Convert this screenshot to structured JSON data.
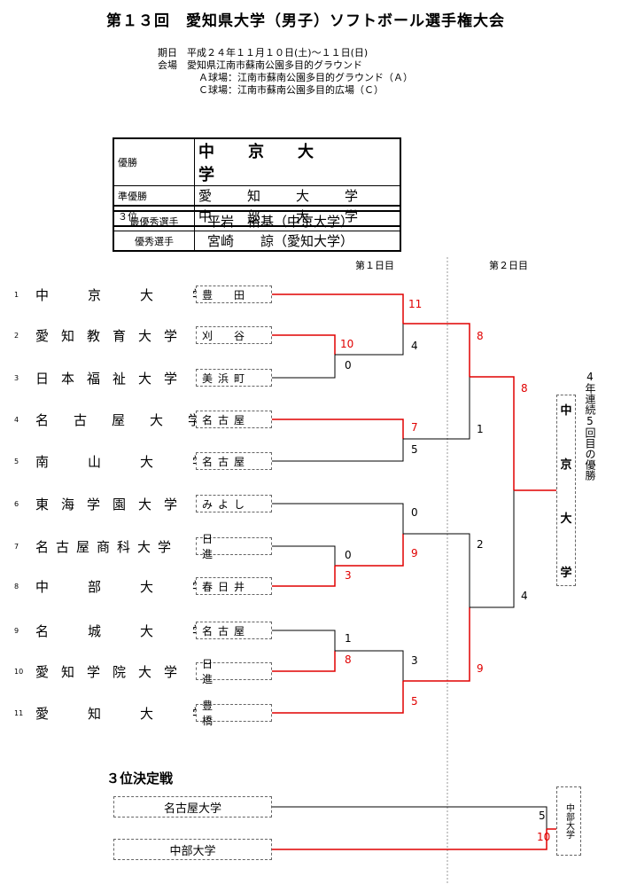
{
  "title": "第１３回　愛知県大学（男子）ソフトボール選手権大会",
  "info": {
    "date_label": "期日",
    "date": "平成２４年１１月１０日(土)～１１日(日)",
    "venue_label": "会場",
    "venue": "愛知県江南市蘇南公園多目的グラウンド",
    "field_a": "Ａ球場：江南市蘇南公園多目的グラウンド（Ａ）",
    "field_c": "Ｃ球場：江南市蘇南公園多目的広場（Ｃ）"
  },
  "results": [
    {
      "label": "優勝",
      "value": "中京大学"
    },
    {
      "label": "準優勝",
      "value": "愛知大学"
    },
    {
      "label": "３位",
      "value": "中部大学"
    }
  ],
  "awards": [
    {
      "label": "最優秀選手",
      "value": "平岩　裕基（中京大学）"
    },
    {
      "label": "優秀選手",
      "value": "宮崎　　諒（愛知大学）"
    }
  ],
  "days": {
    "day1": "第１日目",
    "day2": "第２日目"
  },
  "teams": [
    {
      "num": "1",
      "name": "中京大学",
      "city": "豊田"
    },
    {
      "num": "2",
      "name": "愛知教育大学",
      "city": "刈谷"
    },
    {
      "num": "3",
      "name": "日本福祉大学",
      "city": "美浜町"
    },
    {
      "num": "4",
      "name": "名古屋大学",
      "city": "名古屋"
    },
    {
      "num": "5",
      "name": "南山大学",
      "city": "名古屋"
    },
    {
      "num": "6",
      "name": "東海学園大学",
      "city": "みよし"
    },
    {
      "num": "7",
      "name": "名古屋商科大学",
      "city": "日進"
    },
    {
      "num": "8",
      "name": "中部大学",
      "city": "春日井"
    },
    {
      "num": "9",
      "name": "名城大学",
      "city": "名古屋"
    },
    {
      "num": "10",
      "name": "愛知学院大学",
      "city": "日進"
    },
    {
      "num": "11",
      "name": "愛知大学",
      "city": "豊橋"
    }
  ],
  "scores": {
    "r1_2v3_w": "10",
    "r1_2v3_l": "0",
    "r1_7v8_l": "0",
    "r1_7v8_w": "3",
    "r1_9v10_l": "1",
    "r1_9v10_w": "8",
    "qf_1_w": "11",
    "qf_1_l": "4",
    "qf_4v5_w": "7",
    "qf_4v5_l": "5",
    "qf_6_l": "0",
    "qf_6_w": "9",
    "qf_11_l": "3",
    "qf_11_w": "5",
    "sf_top_w": "8",
    "sf_top_l": "1",
    "sf_bot_l": "2",
    "sf_bot_w": "9",
    "final_w": "8",
    "final_l": "4"
  },
  "champion": "中京大学",
  "champion_note": "4年連続5回目の優勝",
  "third_place": {
    "title": "３位決定戦",
    "team1": "名古屋大学",
    "team2": "中部大学",
    "score1": "5",
    "score2": "10",
    "winner": "中部大学"
  },
  "colors": {
    "win_line": "#e00000",
    "lose_line": "#000000"
  }
}
